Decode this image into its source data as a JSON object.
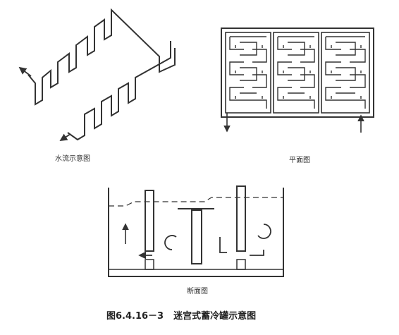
{
  "labels": {
    "isometric": "水流示意图",
    "plan": "平面图",
    "section": "断面图"
  },
  "caption": {
    "number": "图6.4.16－3",
    "title": "迷宫式蓄冷罐示意图"
  },
  "colors": {
    "ink": "#333333",
    "paper": "#ffffff"
  }
}
